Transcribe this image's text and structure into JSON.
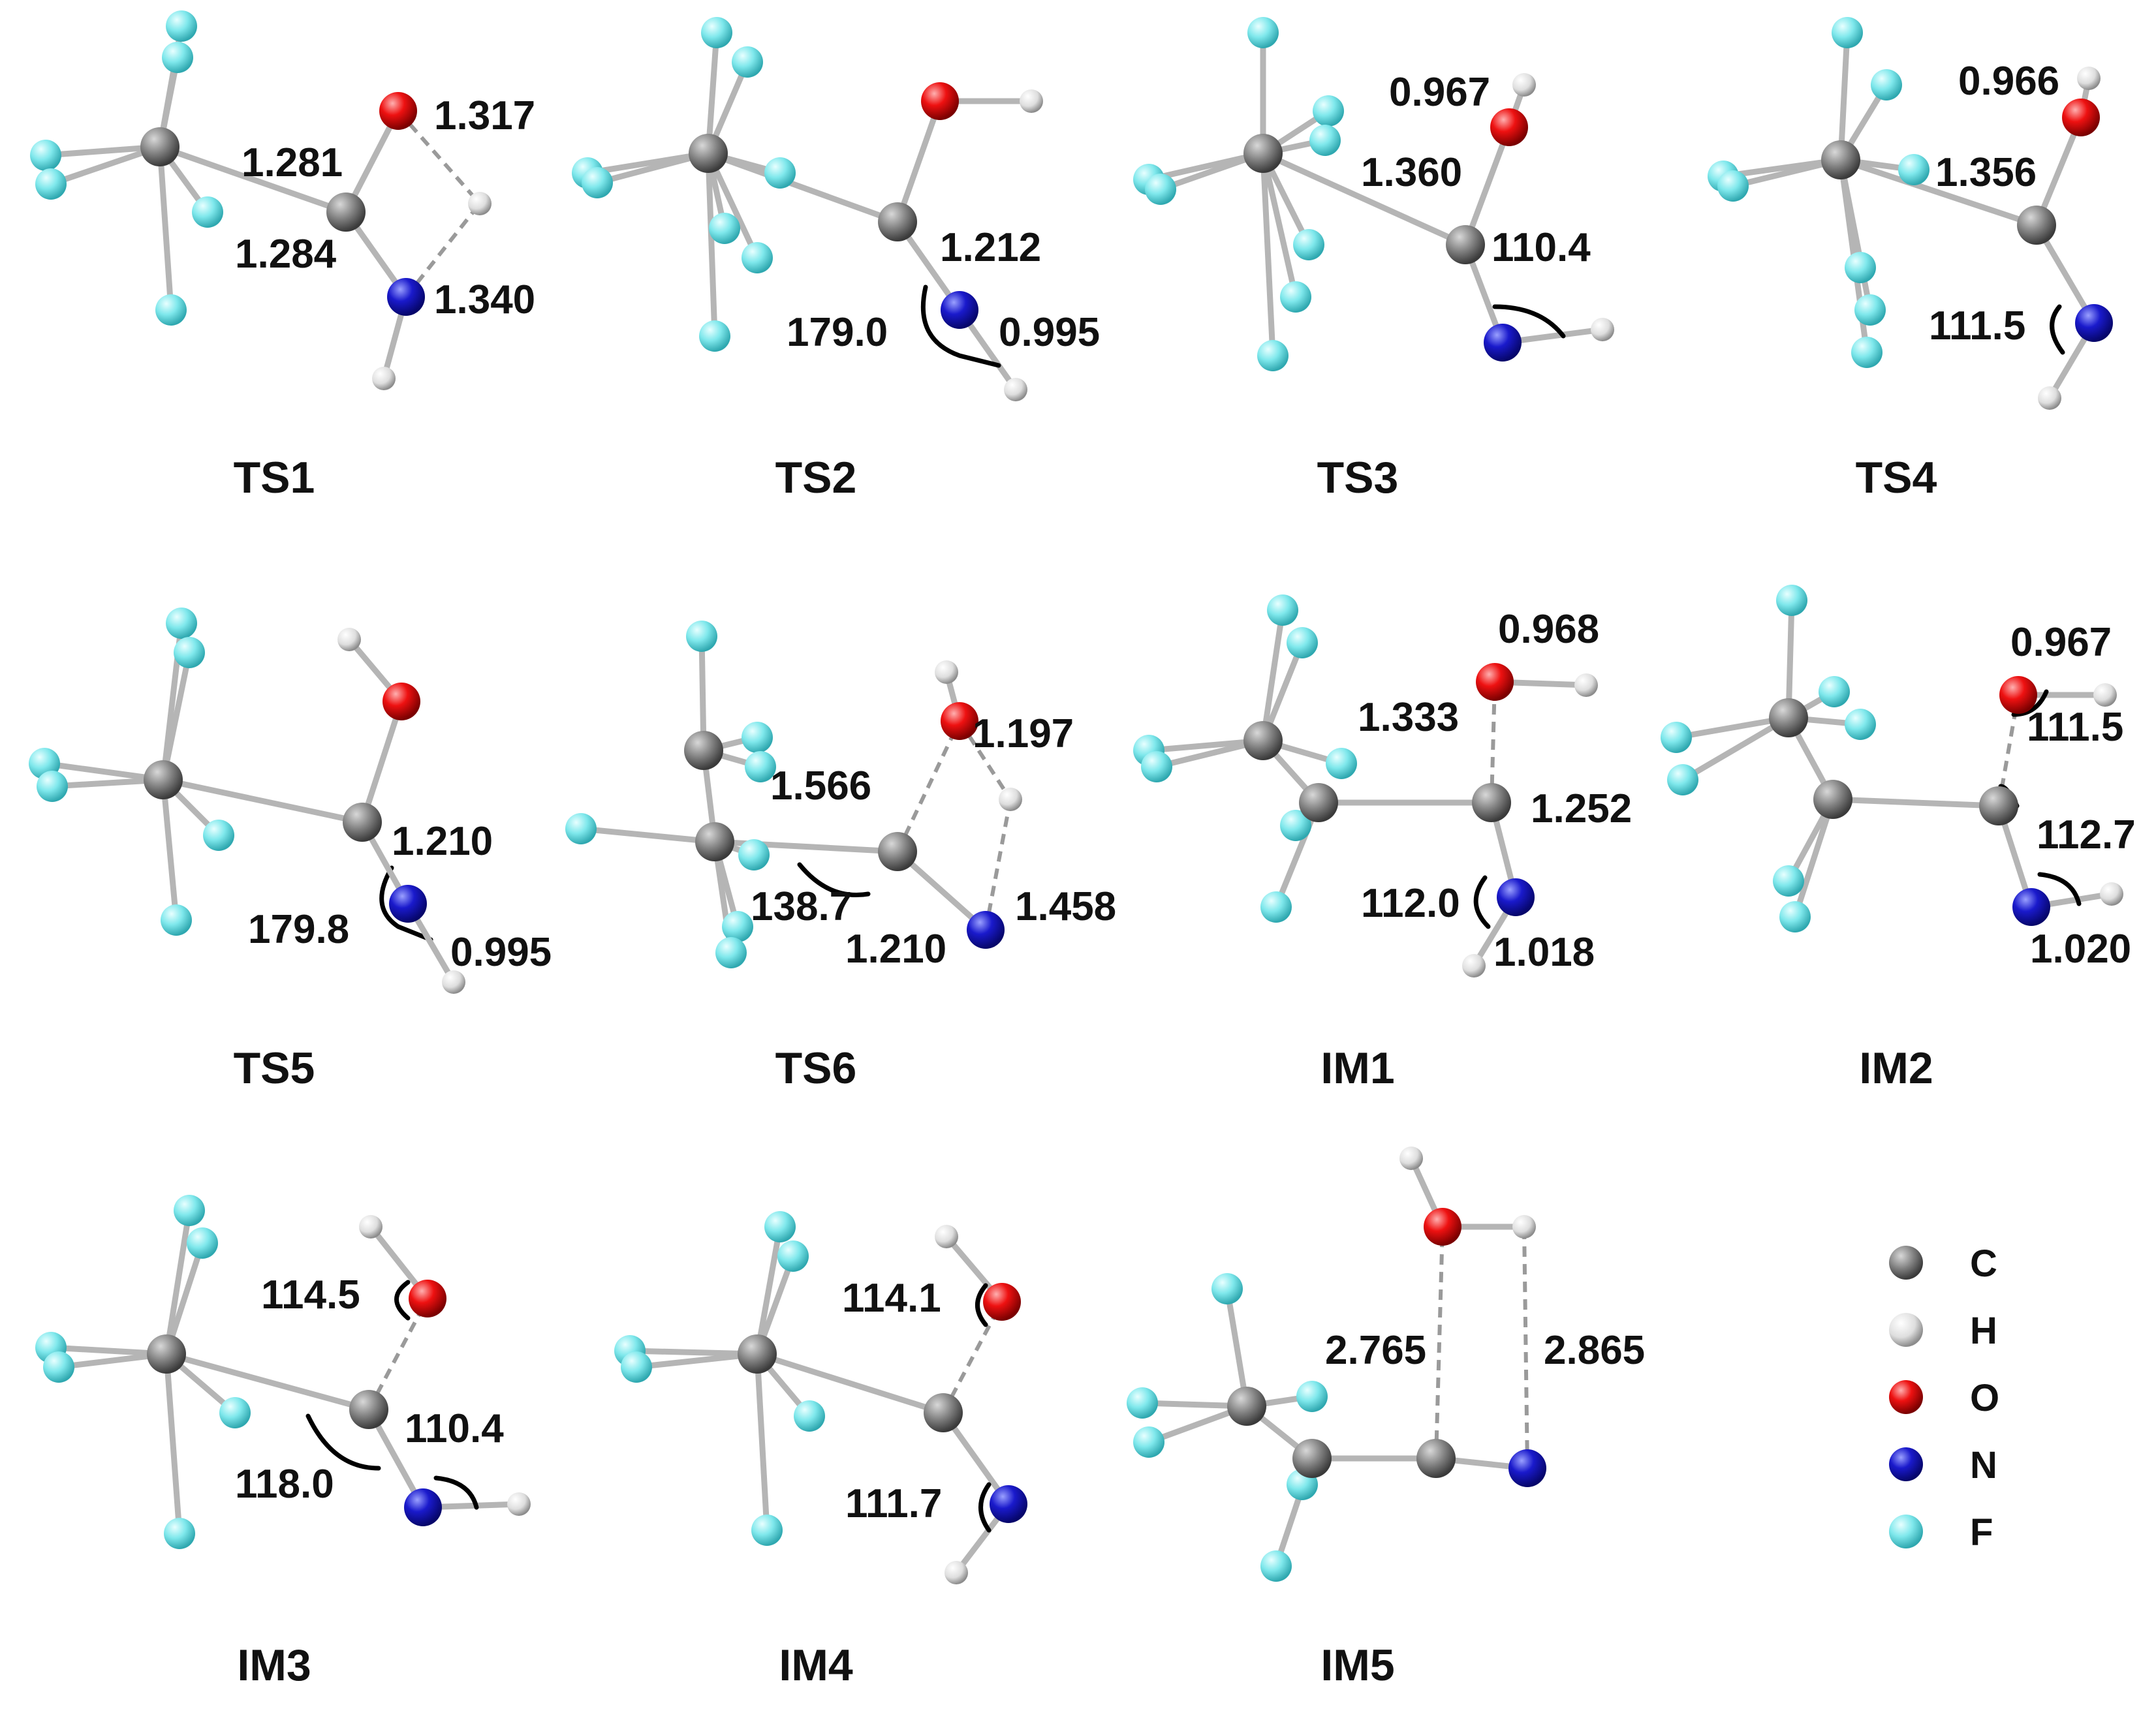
{
  "colors": {
    "C": "#808080",
    "H": "#e6e6e6",
    "O": "#ee1111",
    "N": "#1a1acc",
    "F": "#7fe8ec",
    "bond": "#b5b5b5",
    "background": "#ffffff"
  },
  "panels": [
    {
      "name": "TS1",
      "values": [
        "1.317",
        "1.281",
        "1.284",
        "1.340"
      ]
    },
    {
      "name": "TS2",
      "values": [
        "1.212",
        "179.0",
        "0.995"
      ]
    },
    {
      "name": "TS3",
      "values": [
        "0.967",
        "1.360",
        "110.4"
      ]
    },
    {
      "name": "TS4",
      "values": [
        "0.966",
        "1.356",
        "111.5"
      ]
    },
    {
      "name": "TS5",
      "values": [
        "1.210",
        "179.8",
        "0.995"
      ]
    },
    {
      "name": "TS6",
      "values": [
        "1.197",
        "1.566",
        "138.7",
        "1.210",
        "1.458"
      ]
    },
    {
      "name": "IM1",
      "values": [
        "0.968",
        "1.333",
        "1.252",
        "112.0",
        "1.018"
      ]
    },
    {
      "name": "IM2",
      "values": [
        "0.967",
        "111.5",
        "112.7",
        "1.020"
      ]
    },
    {
      "name": "IM3",
      "values": [
        "114.5",
        "110.4",
        "118.0"
      ]
    },
    {
      "name": "IM4",
      "values": [
        "114.1",
        "111.7"
      ]
    },
    {
      "name": "IM5",
      "values": [
        "2.765",
        "2.865"
      ]
    }
  ],
  "legend": [
    {
      "symbol": "C",
      "color_key": "C"
    },
    {
      "symbol": "H",
      "color_key": "H"
    },
    {
      "symbol": "O",
      "color_key": "O"
    },
    {
      "symbol": "N",
      "color_key": "N"
    },
    {
      "symbol": "F",
      "color_key": "F"
    }
  ]
}
